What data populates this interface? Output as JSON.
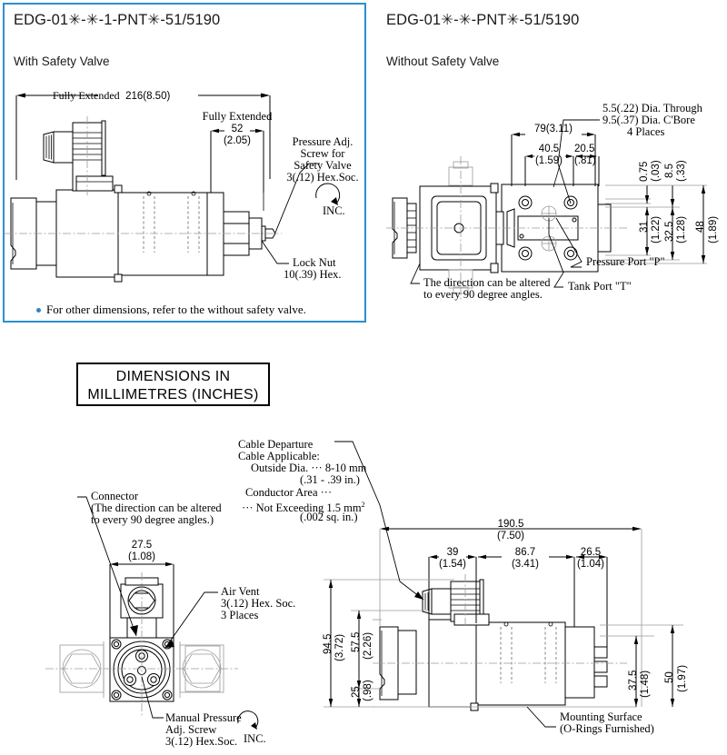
{
  "document": {
    "units_box": {
      "line1": "DIMENSIONS IN",
      "line2": "MILLIMETRES (INCHES)"
    }
  },
  "panels": {
    "with_safety": {
      "title": "EDG-01✳-✳-1-PNT✳-51/5190",
      "subtitle": "With Safety Valve",
      "footnote": "For other dimensions, refer to the without safety valve.",
      "dimensions": {
        "fully_extended_total": "Fully Extended 216(8.50)",
        "fully_extended_label": "Fully Extended",
        "fully_extended_52": "52",
        "fully_extended_52_in": "(2.05)"
      },
      "callouts": {
        "pressure_adj_l1": "Pressure Adj.",
        "pressure_adj_l2": "Screw for",
        "pressure_adj_l3": "Safety Valve",
        "pressure_adj_l4": "3(.12) Hex.Soc.",
        "inc": "INC.",
        "lock_nut_l1": "Lock Nut",
        "lock_nut_l2": "10(.39) Hex."
      }
    },
    "without_safety": {
      "title": "EDG-01✳-✳-PNT✳-51/5190",
      "subtitle": "Without Safety Valve",
      "callouts": {
        "bore_l1": "5.5(.22) Dia. Through",
        "bore_l2": "9.5(.37) Dia. C'Bore",
        "bore_l3": "4 Places",
        "direction_l1": "The direction can be altered",
        "direction_l2": "to every 90 degree angles.",
        "pressure_port": "Pressure Port \"P\"",
        "tank_port": "Tank Port \"T\""
      },
      "dimensions": {
        "d79": "79(3.11)",
        "d40_5": "40.5",
        "d40_5_in": "(1.59)",
        "d20_5": "20.5",
        "d20_5_in": "(.81)",
        "v0_75": "0.75",
        "v0_75_in": "(.03)",
        "v8_5": "8.5",
        "v8_5_in": "(.33)",
        "v31": "31",
        "v31_in": "(1.22)",
        "v32_5": "32.5",
        "v32_5_in": "(1.28)",
        "v48": "48",
        "v48_in": "(1.89)"
      }
    },
    "bottom_left": {
      "callouts": {
        "connector_l1": "Connector",
        "connector_l2": "(The direction can be altered",
        "connector_l3": "to every 90 degree angles.)",
        "air_vent_l1": "Air Vent",
        "air_vent_l2": "3(.12) Hex. Soc.",
        "air_vent_l3": "3 Places",
        "manual_l1": "Manual Pressure",
        "manual_l2": "Adj. Screw",
        "manual_l3": "3(.12) Hex.Soc.",
        "inc": "INC."
      },
      "dimensions": {
        "d27_5": "27.5",
        "d27_5_in": "(1.08)"
      }
    },
    "bottom_right": {
      "callouts": {
        "cable_l1": "Cable Departure",
        "cable_l2": "Cable Applicable:",
        "cable_l3": "Outside Dia. ··· 8-10 mm",
        "cable_l4": "(.31 - .39 in.)",
        "cable_l5": "Conductor Area ···",
        "cable_l6": "··· Not Exceeding 1.5 mm",
        "cable_l6_sup": "2",
        "cable_l7": "(.002 sq. in.)",
        "mounting_l1": "Mounting Surface",
        "mounting_l2": "(O-Rings Furnished)"
      },
      "dimensions": {
        "d190_5": "190.5",
        "d190_5_in": "(7.50)",
        "d39": "39",
        "d39_in": "(1.54)",
        "d86_7": "86.7",
        "d86_7_in": "(3.41)",
        "d26_5": "26.5",
        "d26_5_in": "(1.04)",
        "v94_5": "94.5",
        "v94_5_in": "(3.72)",
        "v57_5": "57.5",
        "v57_5_in": "(2.26)",
        "v25": "25",
        "v25_in": "(.98)",
        "v37_5": "37.5",
        "v37_5_in": "(1.48)",
        "v50": "50",
        "v50_in": "(1.97)"
      }
    }
  },
  "colors": {
    "panel_border": "#2b8fd0",
    "bullet": "#2b87c8",
    "line": "#000000",
    "center_line": "#9a9a9a"
  }
}
